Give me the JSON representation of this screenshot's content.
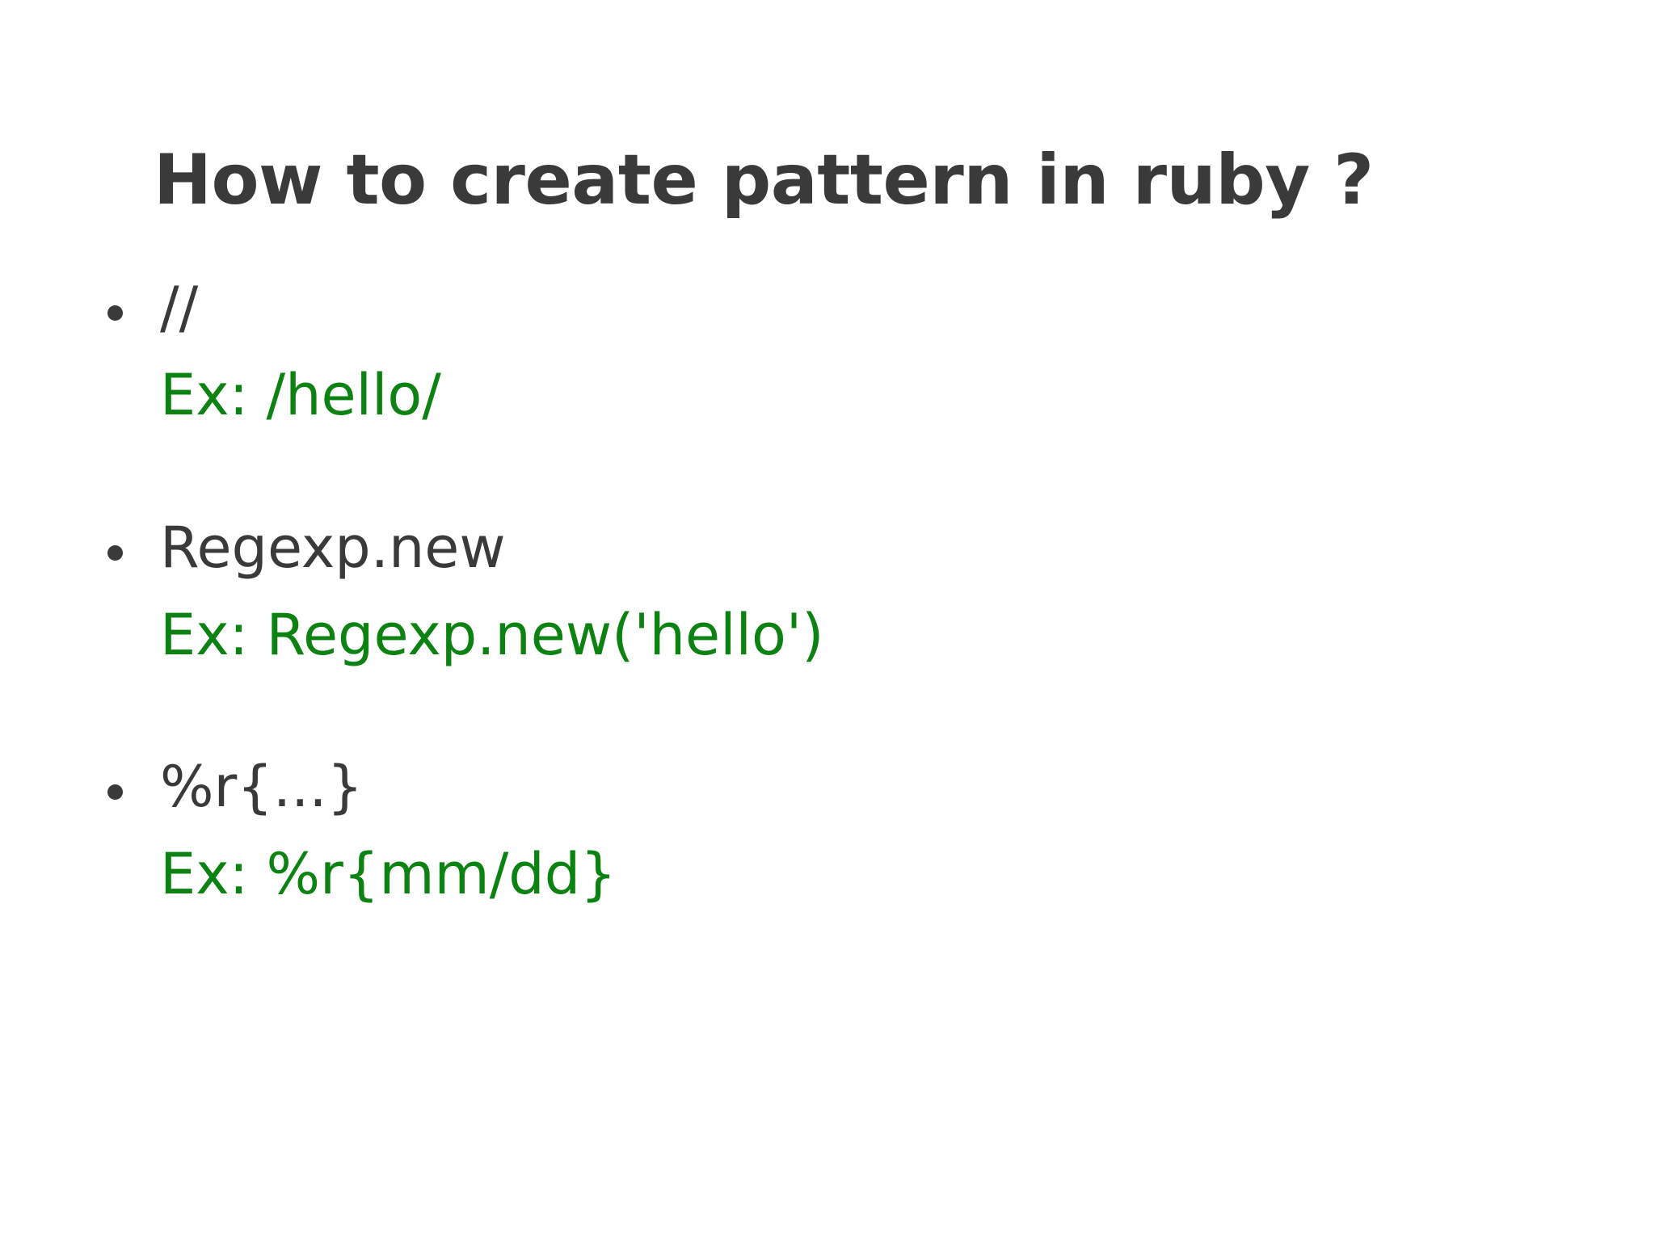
{
  "slide": {
    "title": "How to create pattern in ruby ?",
    "background_color": "#ffffff",
    "title_color": "#3a3a3a",
    "body_color": "#3a3a3a",
    "example_color": "#0b8211",
    "bullet_marker": "bullet-dot"
  },
  "bullets": [
    {
      "text": "//",
      "example": "Ex: /hello/"
    },
    {
      "text": "Regexp.new",
      "example": "Ex: Regexp.new('hello')"
    },
    {
      "text": "%r{...}",
      "example": "Ex: %r{mm/dd}"
    }
  ]
}
